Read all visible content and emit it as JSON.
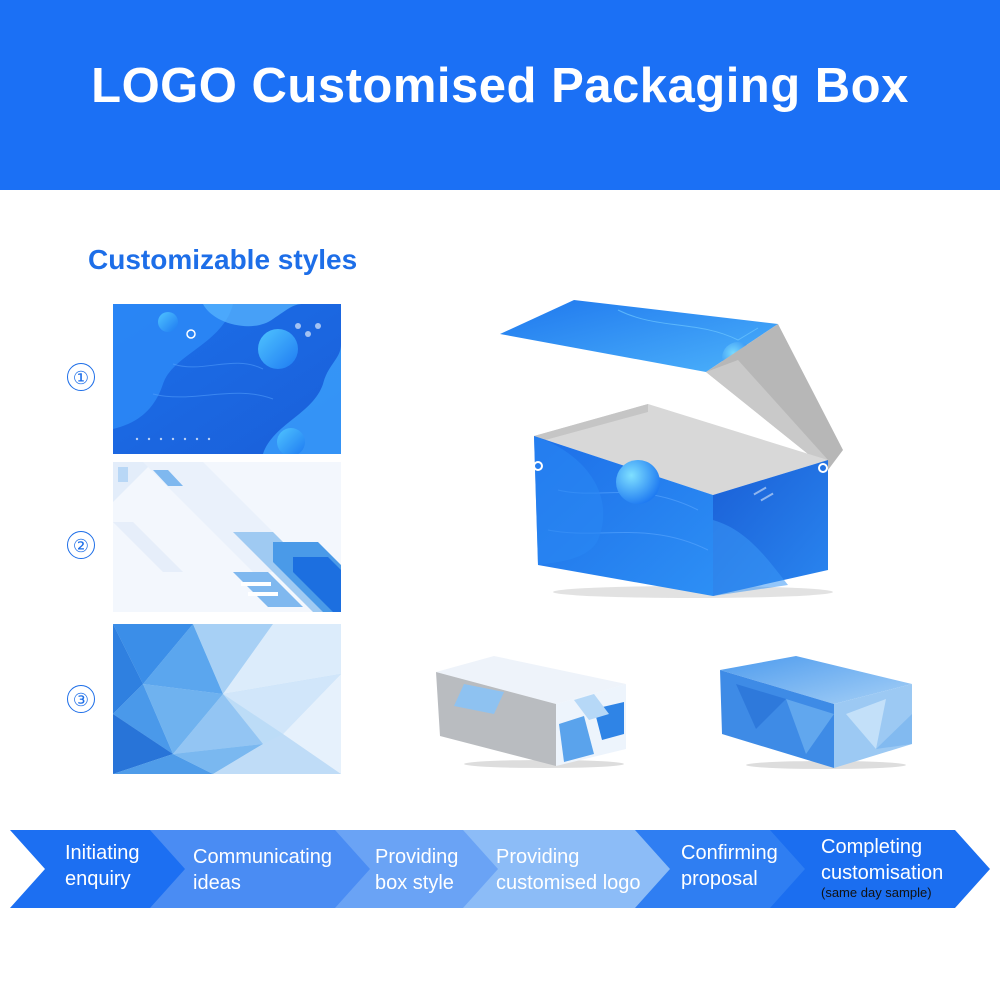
{
  "header": {
    "title": "LOGO Customised Packaging Box"
  },
  "styles_section": {
    "subtitle": "Customizable styles",
    "options": [
      {
        "number": "①",
        "pattern": "fluid-bubbles"
      },
      {
        "number": "②",
        "pattern": "light-geometric-stripes"
      },
      {
        "number": "③",
        "pattern": "low-poly-triangles"
      }
    ]
  },
  "colors": {
    "brand_blue": "#1b70f5",
    "accent_blue": "#1d6ee8",
    "light_blue": "#8fbff7"
  },
  "process": {
    "steps": [
      {
        "line1": "Initiating",
        "line2": "enquiry"
      },
      {
        "line1": "Communicating",
        "line2": "ideas"
      },
      {
        "line1": "Providing",
        "line2": "box style"
      },
      {
        "line1": "Providing",
        "line2": "customised logo"
      },
      {
        "line1": "Confirming",
        "line2": "proposal"
      },
      {
        "line1": "Completing",
        "line2": "customisation",
        "note": "(same day sample)"
      }
    ]
  }
}
